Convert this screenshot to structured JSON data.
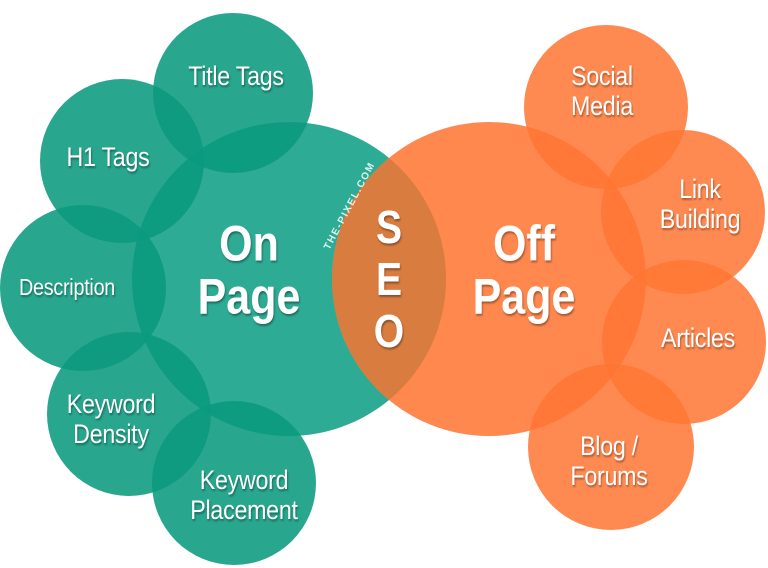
{
  "diagram": {
    "center": {
      "label_letters": [
        "S",
        "E",
        "O"
      ],
      "label": "SEO"
    },
    "watermark": "THE-PIXEL.COM",
    "on_page": {
      "label_lines": [
        "On",
        "Page"
      ],
      "color": "#2eab94",
      "sub_color": "#24a68c",
      "items": [
        {
          "lines": [
            "Title Tags"
          ]
        },
        {
          "lines": [
            "H1 Tags"
          ]
        },
        {
          "lines": [
            "Description"
          ]
        },
        {
          "lines": [
            "Keyword",
            "Density"
          ]
        },
        {
          "lines": [
            "Keyword",
            "Placement"
          ]
        }
      ]
    },
    "off_page": {
      "label_lines": [
        "Off",
        "Page"
      ],
      "color": "#ff884f",
      "sub_color": "#ff8148",
      "items": [
        {
          "lines": [
            "Social",
            "Media"
          ]
        },
        {
          "lines": [
            "Link",
            "Building"
          ]
        },
        {
          "lines": [
            "Articles"
          ]
        },
        {
          "lines": [
            "Blog /",
            "Forums"
          ]
        }
      ]
    },
    "overlap_color": "#d87c40"
  }
}
